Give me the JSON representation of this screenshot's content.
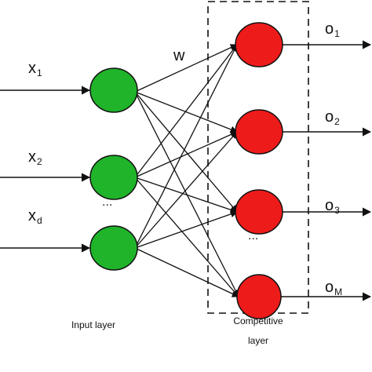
{
  "colors": {
    "input_node": "#1fb42a",
    "competitive_node": "#ee1b1b",
    "stroke": "#111111",
    "background": "#ffffff"
  },
  "inputs": [
    {
      "main": "x",
      "sub": "1"
    },
    {
      "main": "x",
      "sub": "2"
    },
    {
      "main": "x",
      "sub": "d"
    }
  ],
  "outputs": [
    {
      "main": "o",
      "sub": "1"
    },
    {
      "main": "o",
      "sub": "2"
    },
    {
      "main": "o",
      "sub": "3"
    },
    {
      "main": "o",
      "sub": "M"
    }
  ],
  "weight_label": "w",
  "input_ellipsis": "...",
  "competitive_ellipsis": "...",
  "input_layer_label": "Input layer",
  "competitive_layer_label_line1": "Competitive",
  "competitive_layer_label_line2": "layer"
}
